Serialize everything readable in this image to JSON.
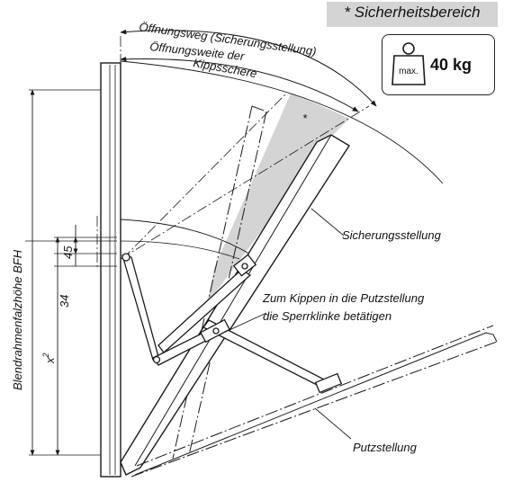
{
  "legend": {
    "safety_zone": "* Sicherheitsbereich"
  },
  "weight_badge": {
    "icon": "weight-icon",
    "icon_text": "max.",
    "value": "40 kg"
  },
  "labels": {
    "opening_path": "Öffnungsweg (Sicherungsstellung)",
    "opening_width_line1": "Öffnungsweite der",
    "opening_width_line2": "Kippsschere",
    "asterisk": "*",
    "safety_position": "Sicherungsstellung",
    "instruction_line1": "Zum Kippen in die Putzstellung",
    "instruction_line2": "die Sperrklinke betätigen",
    "cleaning_position": "Putzstellung",
    "frame_height": "Blendrahmenfalzhöhe BFH",
    "dim_45": "45",
    "dim_34": "34",
    "dim_x": "x",
    "dim_x_sup": "2"
  },
  "colors": {
    "line": "#1a1a1a",
    "safety_zone_fill": "#d4d4d4",
    "legend_fill": "#d4d4d4"
  }
}
